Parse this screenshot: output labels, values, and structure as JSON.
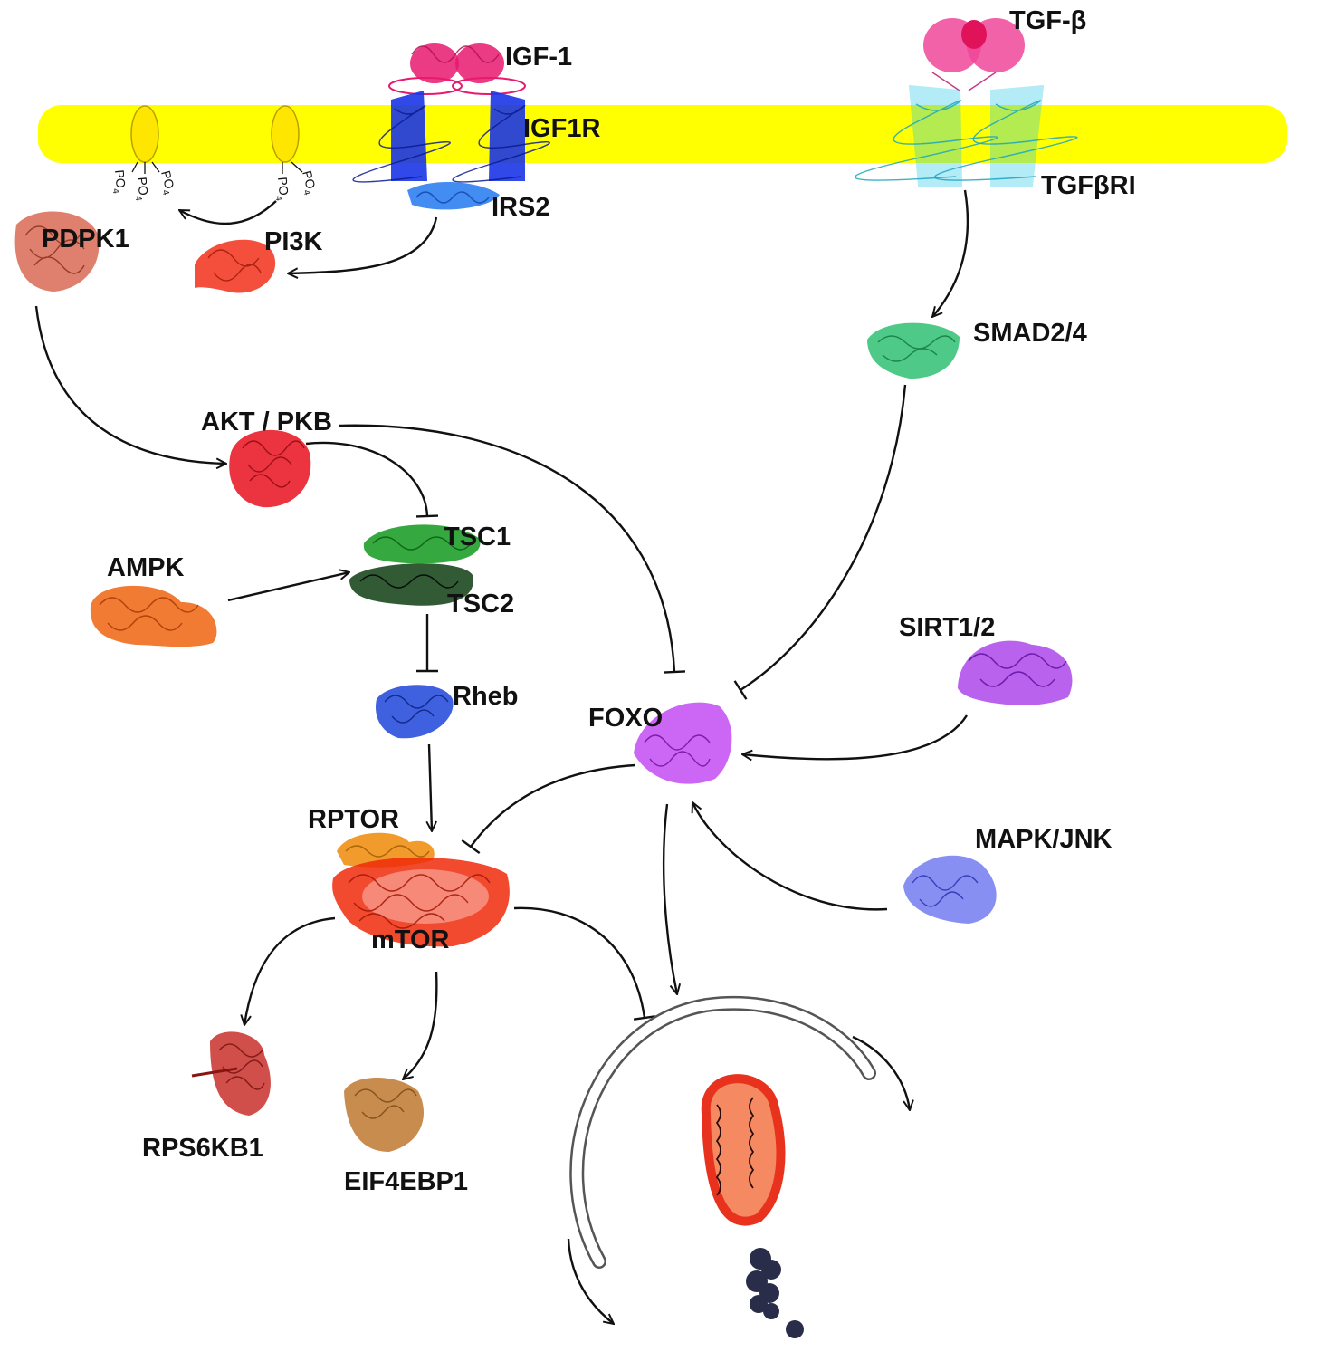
{
  "colors": {
    "membrane": "#ffff00",
    "igf1": "#e8196e",
    "igf1r": "#1a35e6",
    "irs2": "#2f7ff0",
    "tgfb": "#f0479a",
    "tgfbri": "#29c7e6",
    "pdpk1": "#d96a55",
    "pi3k": "#f2301a",
    "smad": "#2fbf72",
    "akt": "#e8101f",
    "tsc1": "#1f9e2a",
    "tsc2": "#0d3d12",
    "ampk": "#f06410",
    "rheb": "#1f45d9",
    "foxo": "#bb33f0",
    "sirt": "#9a20e6",
    "mapk": "#5560ee",
    "rptor": "#f09015",
    "mtor": "#f02a0a",
    "rps6kb1": "#c8302a",
    "eif4ebp1": "#c07830",
    "mito_fill": "#f58a62",
    "mito_outline": "#e8321e",
    "aggregate": "#2a2d4a"
  },
  "labels": {
    "igf1": "IGF-1",
    "igf1r": "IGF1R",
    "irs2": "IRS2",
    "tgfb": "TGF-β",
    "tgfbri": "TGFβRI",
    "pdpk1": "PDPK1",
    "pi3k": "PI3K",
    "smad": "SMAD2/4",
    "akt": "AKT / PKB",
    "tsc1": "TSC1",
    "tsc2": "TSC2",
    "ampk": "AMPK",
    "rheb": "Rheb",
    "foxo": "FOXO",
    "sirt": "SIRT1/2",
    "mapk": "MAPK/JNK",
    "rptor": "RPTOR",
    "mtor": "mTOR",
    "rps6kb1": "RPS6KB1",
    "eif4ebp1": "EIF4EBP1"
  },
  "phosphate_label": "PO",
  "phosphate_subscript": "4"
}
